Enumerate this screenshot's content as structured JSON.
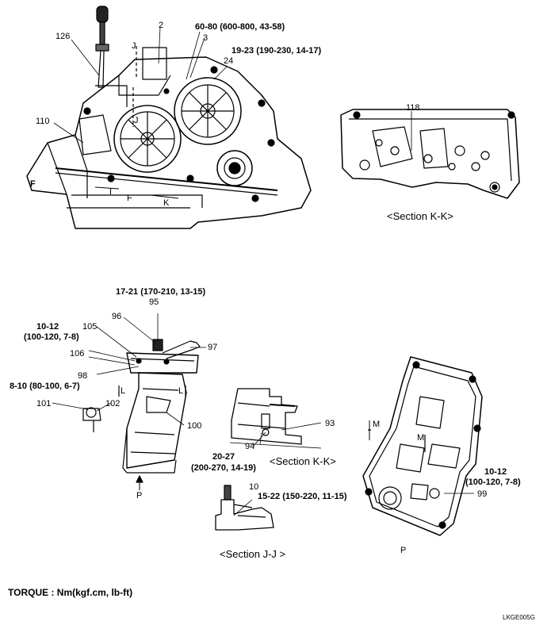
{
  "callouts": {
    "p126": "126",
    "p2": "2",
    "p3": "3",
    "p24": "24",
    "p110": "110",
    "p118": "118",
    "p95": "95",
    "p96": "96",
    "p97": "97",
    "p105": "105",
    "p106": "106",
    "p98": "98",
    "p101": "101",
    "p102": "102",
    "p100": "100",
    "p93": "93",
    "p94": "94",
    "p10": "10",
    "p99": "99"
  },
  "torques": {
    "t60_80": "60-80 (600-800, 43-58)",
    "t19_23": "19-23 (190-230, 14-17)",
    "t17_21": "17-21 (170-210, 13-15)",
    "t10_12a_line1": "10-12",
    "t10_12a_line2": "(100-120, 7-8)",
    "t8_10": "8-10 (80-100, 6-7)",
    "t20_27_line1": "20-27",
    "t20_27_line2": "(200-270, 14-19)",
    "t15_22": "15-22 (150-220, 11-15)",
    "t10_12b_line1": "10-12",
    "t10_12b_line2": "(100-120, 7-8)"
  },
  "section_marks": {
    "J_top": "J",
    "J_mid": "J",
    "F_left": "F",
    "F_bottom": "F",
    "I_bottom": "I",
    "K_bottom": "K",
    "M_a": "M",
    "M_b": "M",
    "L_a": "L",
    "L_b": "L",
    "P_arrow": "P",
    "P_view": "P"
  },
  "captions": {
    "section_kk_top": "<Section K-K>",
    "section_kk_mid": "<Section K-K>",
    "section_jj": "<Section J-J >"
  },
  "footer": {
    "torque_legend": "TORQUE : Nm(kgf.cm, lb-ft)",
    "drawing_code": "LKGE005G"
  }
}
